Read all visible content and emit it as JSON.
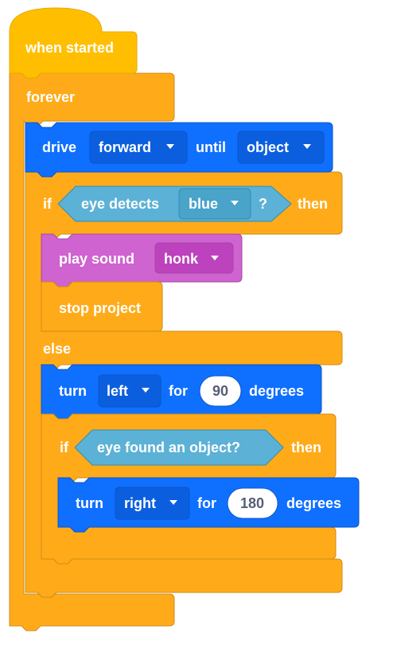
{
  "colors": {
    "events": "#ffbf00",
    "events_stroke": "#e6a800",
    "control": "#ffab19",
    "control_stroke": "#cf8b17",
    "motion": "#0f6fff",
    "motion_stroke": "#0b55c6",
    "motion_field": "#0b5fdf",
    "sensing": "#5cb1d6",
    "sensing_stroke": "#2e8eb8",
    "sensing_field": "#4aa3c9",
    "sound": "#cf63cf",
    "sound_stroke": "#a34aa3",
    "sound_field": "#bd42bd",
    "number_fill": "#ffffff",
    "number_text": "#575e75"
  },
  "blocks": {
    "when_started": "when started",
    "forever": "forever",
    "drive": {
      "label": "drive",
      "direction": "forward",
      "until": "until",
      "target": "object"
    },
    "if1": {
      "if": "if",
      "condition": "eye detects",
      "color": "blue",
      "question": "?",
      "then": "then"
    },
    "play_sound": {
      "label": "play sound",
      "sound": "honk"
    },
    "stop_project": "stop project",
    "else": "else",
    "turn1": {
      "label": "turn",
      "direction": "left",
      "for": "for",
      "amount": "90",
      "degrees": "degrees"
    },
    "if2": {
      "if": "if",
      "condition": "eye found an object?",
      "then": "then"
    },
    "turn2": {
      "label": "turn",
      "direction": "right",
      "for": "for",
      "amount": "180",
      "degrees": "degrees"
    }
  },
  "icons": {
    "dropdown": "dropdown-arrow-icon"
  }
}
